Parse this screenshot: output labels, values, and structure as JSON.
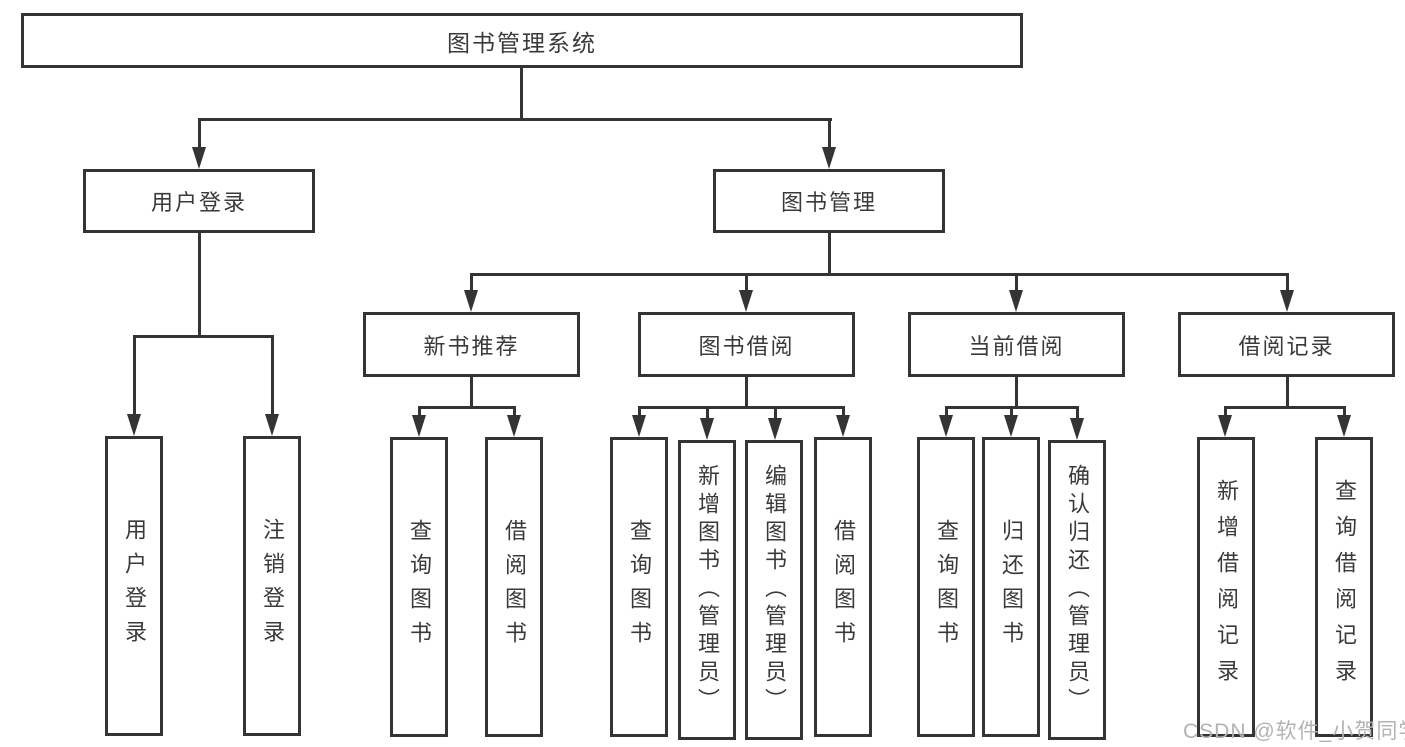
{
  "diagram": {
    "type": "hierarchy-tree",
    "root": {
      "label": "图书管理系统"
    },
    "level2": [
      {
        "label": "用户登录"
      },
      {
        "label": "图书管理"
      }
    ],
    "level3": [
      {
        "label": "新书推荐"
      },
      {
        "label": "图书借阅"
      },
      {
        "label": "当前借阅"
      },
      {
        "label": "借阅记录"
      }
    ],
    "leaves": {
      "user": [
        "用户登录",
        "注销登录"
      ],
      "new_book": [
        "查询图书",
        "借阅图书"
      ],
      "borrow": [
        "查询图书",
        "新增图书（管理员）",
        "编辑图书（管理员）",
        "借阅图书"
      ],
      "current": [
        "查询图书",
        "归还图书",
        "确认归还（管理员）"
      ],
      "records": [
        "新增借阅记录",
        "查询借阅记录"
      ]
    },
    "edges": [
      "图书管理系统->用户登录",
      "图书管理系统->图书管理",
      "用户登录->用户登录(叶)",
      "用户登录->注销登录",
      "图书管理->新书推荐",
      "图书管理->图书借阅",
      "图书管理->当前借阅",
      "图书管理->借阅记录"
    ]
  },
  "watermark": "CSDN @软件_小贺同学",
  "colors": {
    "line": "#343434",
    "box_border": "#343434",
    "text": "#3a3a3a",
    "background": "#ffffff",
    "watermark": "#b3b3b3"
  }
}
